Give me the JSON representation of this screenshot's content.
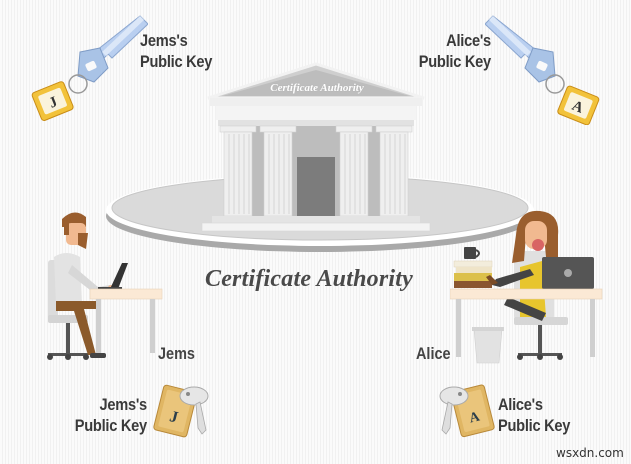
{
  "diagram": {
    "title": "Certificate Authority",
    "building_label": "Certificate Authority",
    "top_keys": [
      {
        "owner": "Jems",
        "label_line1": "Jems's",
        "label_line2": "Public Key",
        "tag_letter": "J",
        "position": "top-left"
      },
      {
        "owner": "Alice",
        "label_line1": "Alice's",
        "label_line2": "Public Key",
        "tag_letter": "A",
        "position": "top-right"
      }
    ],
    "people": [
      {
        "name": "Jems",
        "position": "left"
      },
      {
        "name": "Alice",
        "position": "right"
      }
    ],
    "bottom_keys": [
      {
        "owner": "Jems",
        "label_line1": "Jems's",
        "label_line2": "Public Key",
        "tag_letter": "J",
        "position": "bottom-left"
      },
      {
        "owner": "Alice",
        "label_line1": "Alice's",
        "label_line2": "Public Key",
        "tag_letter": "A",
        "position": "bottom-right"
      }
    ],
    "watermark": "wsxdn.com"
  },
  "colors": {
    "key_blue": "#a9c3e6",
    "tag_yellow": "#f2c23a",
    "building_gray": "#d8d8d8",
    "door_gray": "#7c7c7c",
    "text_dark": "#3a3a3a",
    "jems_hair": "#9a5e2e",
    "alice_shirt": "#e7c52d"
  }
}
